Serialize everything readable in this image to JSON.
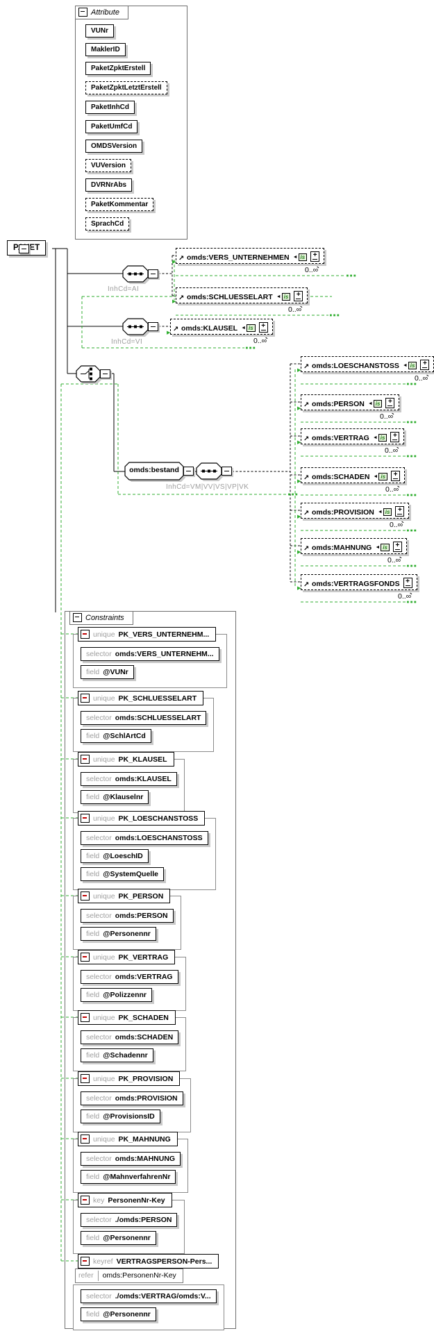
{
  "root_element": {
    "label": "PAKET"
  },
  "attributes_panel": {
    "title": "Attribute",
    "items": [
      {
        "label": "VUNr",
        "optional": false
      },
      {
        "label": "MaklerID",
        "optional": false
      },
      {
        "label": "PaketZpktErstell",
        "optional": false
      },
      {
        "label": "PaketZpktLetztErstell",
        "optional": true
      },
      {
        "label": "PaketInhCd",
        "optional": false
      },
      {
        "label": "PaketUmfCd",
        "optional": false
      },
      {
        "label": "OMDSVersion",
        "optional": false
      },
      {
        "label": "VUVersion",
        "optional": true
      },
      {
        "label": "DVRNrAbs",
        "optional": false
      },
      {
        "label": "PaketKommentar",
        "optional": true
      },
      {
        "label": "SprachCd",
        "optional": true
      }
    ]
  },
  "branch_labels": {
    "ai": "InhCd=AI",
    "vi": "InhCd=VI",
    "bestand": "InhCd=VM|VV|VS|VP|VK"
  },
  "badge_text": "is",
  "elements": {
    "ai": [
      {
        "label": "omds:VERS_UNTERNEHMEN",
        "occurs": "0..∞",
        "is_badge": true
      },
      {
        "label": "omds:SCHLUESSELART",
        "occurs": "0..∞",
        "is_badge": true
      }
    ],
    "vi": [
      {
        "label": "omds:KLAUSEL",
        "occurs": "0..∞",
        "is_badge": true
      }
    ],
    "bestand": {
      "label": "omds:bestand"
    },
    "bestand_children": [
      {
        "label": "omds:LOESCHANSTOSS",
        "occurs": "0..∞",
        "is_badge": true
      },
      {
        "label": "omds:PERSON",
        "occurs": "0..∞",
        "is_badge": true
      },
      {
        "label": "omds:VERTRAG",
        "occurs": "0..∞",
        "is_badge": true
      },
      {
        "label": "omds:SCHADEN",
        "occurs": "0..∞",
        "is_badge": true
      },
      {
        "label": "omds:PROVISION",
        "occurs": "0..∞",
        "is_badge": true
      },
      {
        "label": "omds:MAHNUNG",
        "occurs": "0..∞",
        "is_badge": true
      },
      {
        "label": "omds:VERTRAGSFONDS",
        "occurs": "0..∞",
        "is_badge": false
      }
    ]
  },
  "constraints_panel": {
    "title": "Constraints",
    "items": [
      {
        "kind": "unique",
        "name": "PK_VERS_UNTERNEHM...",
        "rows": [
          {
            "label": "selector",
            "value": "omds:VERS_UNTERNEHM..."
          },
          {
            "label": "field",
            "value": "@VUNr"
          }
        ]
      },
      {
        "kind": "unique",
        "name": "PK_SCHLUESSELART",
        "rows": [
          {
            "label": "selector",
            "value": "omds:SCHLUESSELART"
          },
          {
            "label": "field",
            "value": "@SchlArtCd"
          }
        ]
      },
      {
        "kind": "unique",
        "name": "PK_KLAUSEL",
        "rows": [
          {
            "label": "selector",
            "value": "omds:KLAUSEL"
          },
          {
            "label": "field",
            "value": "@Klauselnr"
          }
        ]
      },
      {
        "kind": "unique",
        "name": "PK_LOESCHANSTOSS",
        "rows": [
          {
            "label": "selector",
            "value": "omds:LOESCHANSTOSS"
          },
          {
            "label": "field",
            "value": "@LoeschID"
          },
          {
            "label": "field",
            "value": "@SystemQuelle"
          }
        ]
      },
      {
        "kind": "unique",
        "name": "PK_PERSON",
        "rows": [
          {
            "label": "selector",
            "value": "omds:PERSON"
          },
          {
            "label": "field",
            "value": "@Personennr"
          }
        ]
      },
      {
        "kind": "unique",
        "name": "PK_VERTRAG",
        "rows": [
          {
            "label": "selector",
            "value": "omds:VERTRAG"
          },
          {
            "label": "field",
            "value": "@Polizzennr"
          }
        ]
      },
      {
        "kind": "unique",
        "name": "PK_SCHADEN",
        "rows": [
          {
            "label": "selector",
            "value": "omds:SCHADEN"
          },
          {
            "label": "field",
            "value": "@Schadennr"
          }
        ]
      },
      {
        "kind": "unique",
        "name": "PK_PROVISION",
        "rows": [
          {
            "label": "selector",
            "value": "omds:PROVISION"
          },
          {
            "label": "field",
            "value": "@ProvisionsID"
          }
        ]
      },
      {
        "kind": "unique",
        "name": "PK_MAHNUNG",
        "rows": [
          {
            "label": "selector",
            "value": "omds:MAHNUNG"
          },
          {
            "label": "field",
            "value": "@MahnverfahrenNr"
          }
        ]
      },
      {
        "kind": "key",
        "name": "PersonenNr-Key",
        "rows": [
          {
            "label": "selector",
            "value": "./omds:PERSON"
          },
          {
            "label": "field",
            "value": "@Personennr"
          }
        ]
      },
      {
        "kind": "keyref",
        "name": "VERTRAGSPERSON-Pers...",
        "refer": {
          "label": "refer",
          "value": "omds:PersonenNr-Key"
        },
        "rows": [
          {
            "label": "selector",
            "value": "./omds:VERTRAG/omds:V..."
          },
          {
            "label": "field",
            "value": "@Personennr"
          }
        ]
      }
    ]
  },
  "colors": {
    "connector_green": "#2fae2f",
    "shadow": "#c9c9c9",
    "label_grey": "#9e9e9e",
    "constraint_minus_red": "#c00000"
  }
}
